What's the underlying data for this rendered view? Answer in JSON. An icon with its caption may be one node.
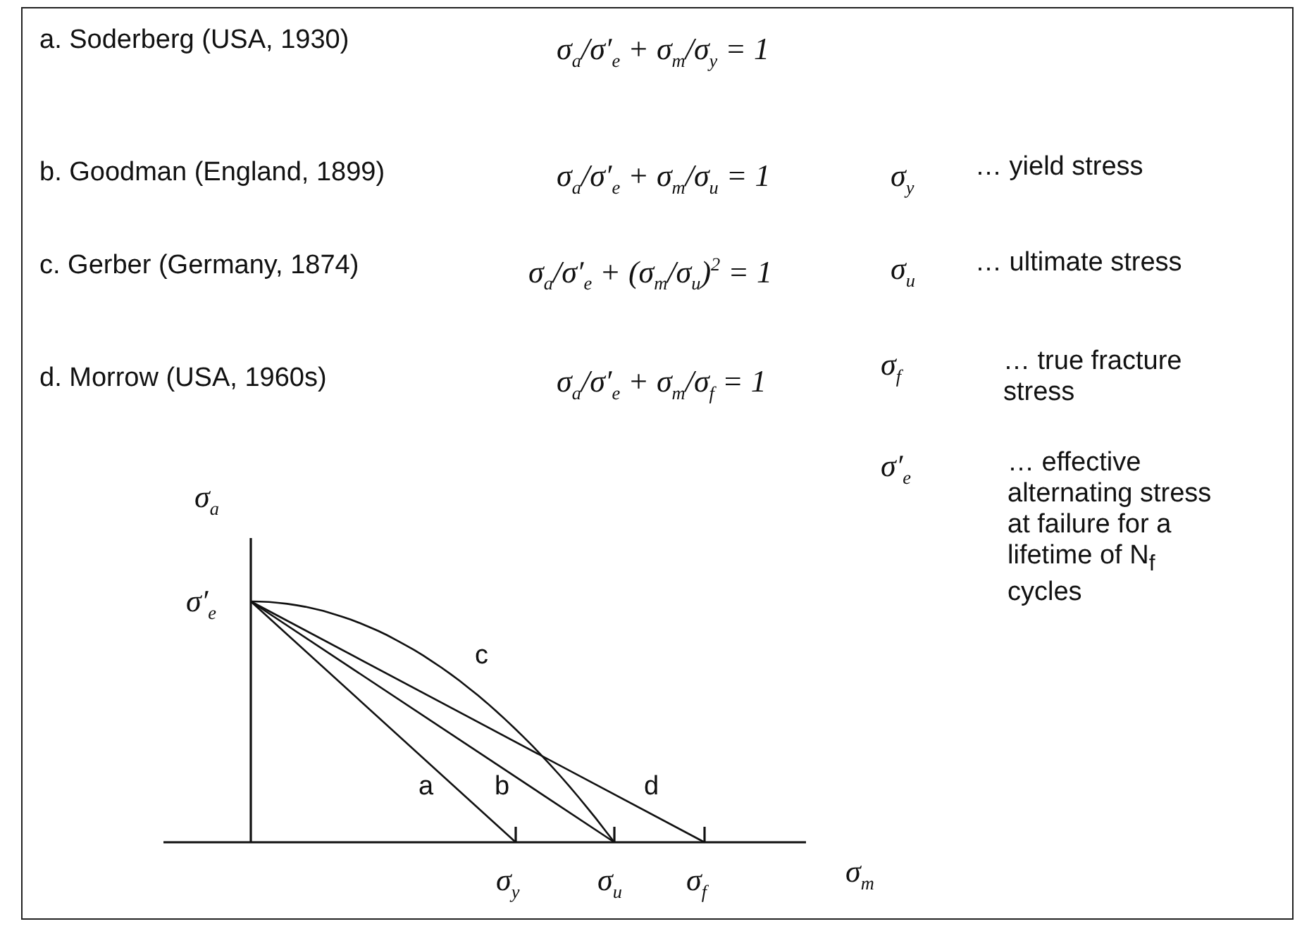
{
  "diagram": {
    "labels": [
      "a. Soderberg (USA, 1930)",
      "σ$_{a}$/σ′$_{e}$ + σ$_{m}$/σ$_{y}$ = 1",
      "b. Goodman (England, 1899)",
      "σ$_{a}$/σ′$_{e}$ + σ$_{m}$/σ$_{u}$ = 1",
      "σ$_{y}$",
      "… yield stress",
      "c. Gerber (Germany, 1874)",
      "σ$_{a}$/σ′$_{e}$ + (σ$_{m}$/σ$_{u}$)$^{2}$ = 1",
      "σ$_{u}$",
      "… ultimate stress",
      "d. Morrow (USA, 1960s)",
      "σ$_{a}$/σ′$_{e}$ + σ$_{m}$/σ$_{f}$ = 1",
      "σ$_{f}$",
      "… true fracture stress",
      "σ′$_{e}$",
      "… effective alternating stress at failure for a lifetime of N$_{f}$ cycles",
      "σ$_{a}$",
      "σ′$_{e}$",
      "c",
      "a",
      "b",
      "d",
      "σ$_{y}$",
      "σ$_{u}$",
      "σ$_{f}$",
      "σ$_{m}$"
    ]
  }
}
